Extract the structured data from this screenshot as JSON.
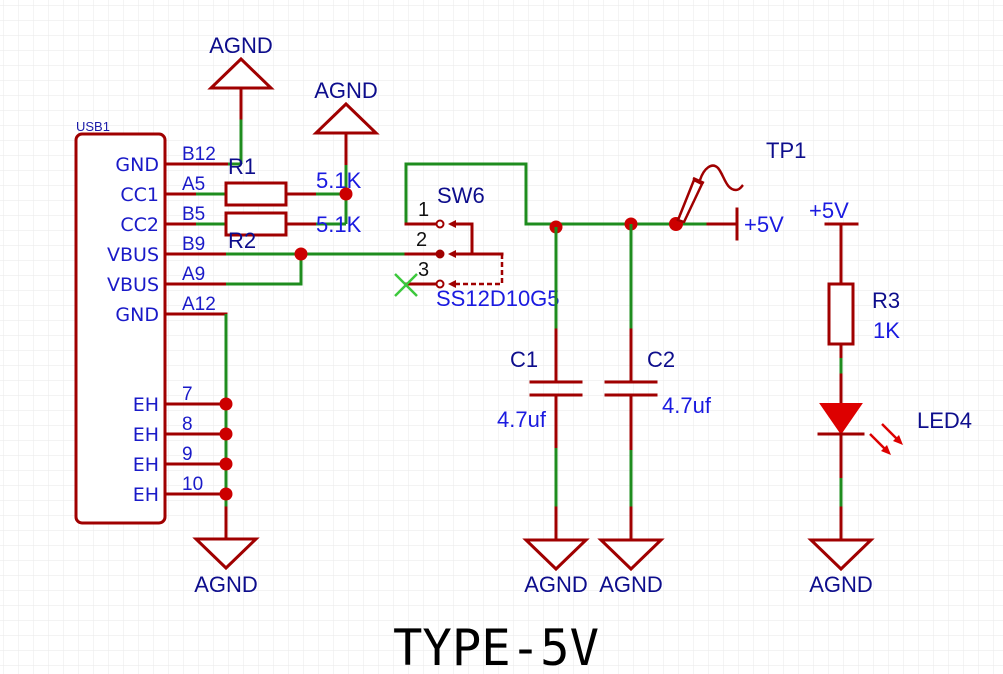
{
  "title": "TYPE-5V",
  "connector": {
    "designator": "USB1",
    "pins": [
      {
        "name": "GND",
        "number": "B12"
      },
      {
        "name": "CC1",
        "number": "A5"
      },
      {
        "name": "CC2",
        "number": "B5"
      },
      {
        "name": "VBUS",
        "number": "B9"
      },
      {
        "name": "VBUS",
        "number": "A9"
      },
      {
        "name": "GND",
        "number": "A12"
      },
      {
        "name": "EH",
        "number": "7"
      },
      {
        "name": "EH",
        "number": "8"
      },
      {
        "name": "EH",
        "number": "9"
      },
      {
        "name": "EH",
        "number": "10"
      }
    ]
  },
  "resistors": [
    {
      "designator": "R1",
      "value": "5.1K"
    },
    {
      "designator": "R2",
      "value": "5.1K"
    },
    {
      "designator": "R3",
      "value": "1K"
    }
  ],
  "switch": {
    "designator": "SW6",
    "part": "SS12D10G5",
    "pins": [
      "1",
      "2",
      "3"
    ]
  },
  "capacitors": [
    {
      "designator": "C1",
      "value": "4.7uf"
    },
    {
      "designator": "C2",
      "value": "4.7uf"
    }
  ],
  "testpoint": {
    "designator": "TP1"
  },
  "led": {
    "designator": "LED4"
  },
  "power": {
    "vcc": "+5V",
    "gnd": "AGND"
  },
  "colors": {
    "wire_pin": "#a00000",
    "wire_net": "#1e8c1e",
    "junction": "#cc0000",
    "label": "#1a1aa8",
    "no_connect": "#3cc83c",
    "grid": "#ececec"
  }
}
